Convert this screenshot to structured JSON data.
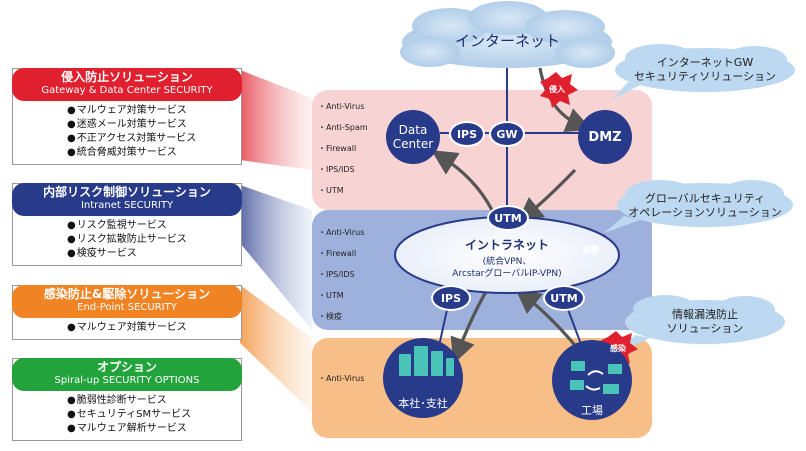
{
  "left_solutions": [
    {
      "title": "侵入防止ソリューション",
      "subtitle": "Gateway & Data Center SECURITY",
      "color": "#e0202e",
      "items": [
        "マルウェア対策サービス",
        "迷惑メール対策サービス",
        "不正アクセス対策サービス",
        "統合脅威対策サービス"
      ]
    },
    {
      "title": "内部リスク制御ソリューション",
      "subtitle": "Intranet SECURITY",
      "color": "#283a8a",
      "items": [
        "リスク監視サービス",
        "リスク拡散防止サービス",
        "検疫サービス"
      ]
    },
    {
      "title": "感染防止&駆除ソリューション",
      "subtitle": "End-Point SECURITY",
      "color": "#f08424",
      "items": [
        "マルウェア対策サービス"
      ]
    },
    {
      "title": "オプション",
      "subtitle": "Spiral-up SECURITY OPTIONS",
      "color": "#22a33c",
      "items": [
        "脆弱性診断サービス",
        "セキュリティSMサービス",
        "マルウェア解析サービス"
      ]
    }
  ],
  "internet": {
    "label": "インターネット"
  },
  "callouts": {
    "gw": [
      "インターネットGW",
      "セキュリティソリューション"
    ],
    "global": [
      "グローバルセキュリティ",
      "オペレーションソリューション"
    ],
    "leak": [
      "情報漏洩防止",
      "ソリューション"
    ]
  },
  "zones": {
    "gateway": [
      "Anti-Virus",
      "Anti-Spam",
      "Firewall",
      "IPS/IDS",
      "UTM"
    ],
    "intranet": [
      "Anti-Virus",
      "Firewall",
      "IPS/IDS",
      "UTM",
      "検疫"
    ],
    "endpoint": [
      "Anti-Virus"
    ]
  },
  "nodes": {
    "data_center": "Data\nCenter",
    "ips_top": "IPS",
    "gw": "GW",
    "dmz": "DMZ",
    "utm_top": "UTM",
    "intranet_title": "イントラネット",
    "intranet_sub1": "(統合VPN、",
    "intranet_sub2": "ArcstarグローバルIP-VPN)",
    "ips_bottom": "IPS",
    "utm_bottom": "UTM",
    "office": "本社･支社",
    "factory": "工場"
  },
  "badges": {
    "intrusion": "侵入",
    "spread": "拡散",
    "infection": "感染"
  }
}
